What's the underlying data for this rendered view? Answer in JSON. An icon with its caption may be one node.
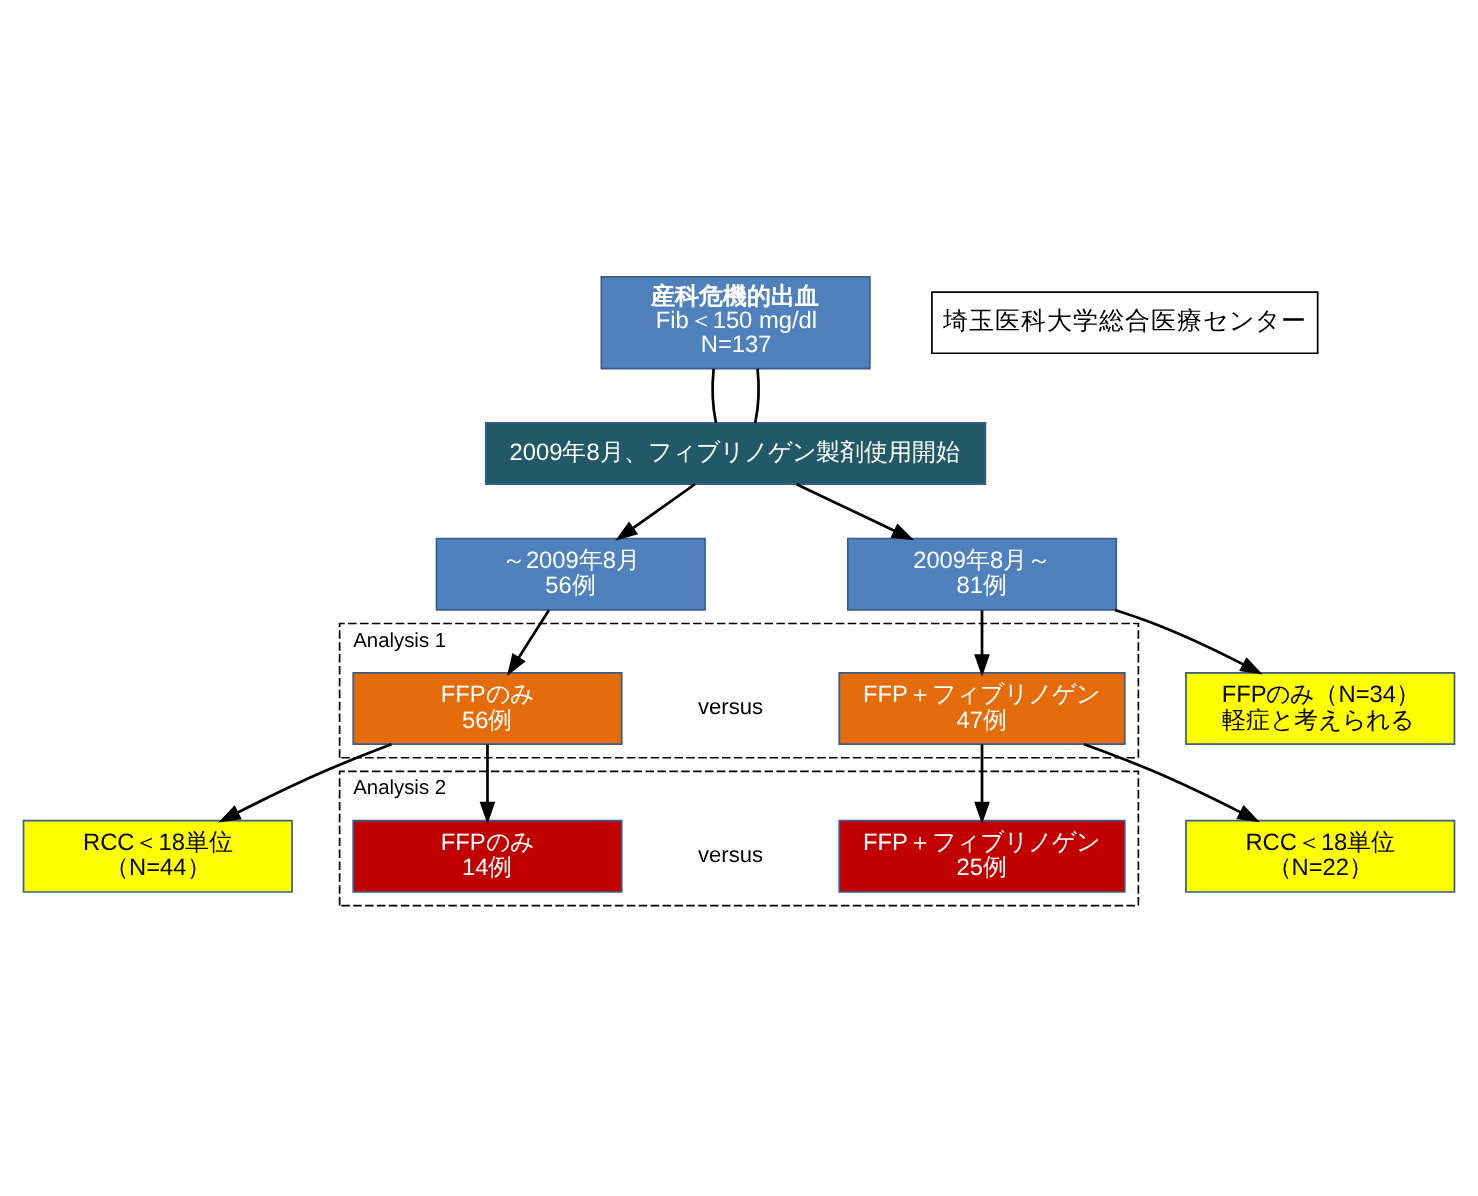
{
  "diagram": {
    "nodes": [
      {
        "text": [
          "産科危機的出血",
          "Fib＜150 mg/dl",
          "N=137"
        ]
      },
      {
        "text": [
          "2009年8月、フィブリノゲン製剤使用開始"
        ]
      },
      {
        "text": [
          "～2009年8月",
          "56例"
        ]
      },
      {
        "text": [
          "2009年8月～",
          "81例"
        ]
      },
      {
        "text": [
          "FFPのみ（N=34）",
          "軽症と考えられる"
        ]
      },
      {
        "text": [
          "Analysis 1"
        ]
      },
      {
        "text": [
          "FFPのみ",
          "56例"
        ],
        "in": 5
      },
      {
        "text": [
          "FFP＋フィブリノゲン",
          "47例"
        ],
        "in": 5
      },
      {
        "text": [
          "RCC＜18単位",
          "（N=44）"
        ]
      },
      {
        "text": [
          "RCC＜18単位",
          "（N=22）"
        ]
      },
      {
        "text": [
          "Analysis 2"
        ]
      },
      {
        "text": [
          "FFPのみ",
          "14例"
        ],
        "in": 10
      },
      {
        "text": [
          "FFP＋フィブリノゲン",
          "25例"
        ],
        "in": 10
      }
    ],
    "edges": [
      {
        "from": 0,
        "to": 1,
        "arrow": "none"
      },
      {
        "from": 0,
        "to": 1,
        "arrow": "none"
      },
      {
        "from": 1,
        "to": 2,
        "arrow": "to"
      },
      {
        "from": 1,
        "to": 3,
        "arrow": "to"
      },
      {
        "from": 3,
        "to": 4,
        "arrow": "to"
      },
      {
        "from": 2,
        "to": 6,
        "arrow": "to"
      },
      {
        "from": 3,
        "to": 7,
        "arrow": "to"
      },
      {
        "from": 6,
        "to": 8,
        "arrow": "to"
      },
      {
        "from": 6,
        "to": 11,
        "arrow": "to"
      },
      {
        "from": 7,
        "to": 9,
        "arrow": "to"
      },
      {
        "from": 7,
        "to": 12,
        "arrow": "to"
      }
    ],
    "labels": [
      "埼玉医科大学総合医療センター",
      "versus",
      "versus"
    ]
  }
}
